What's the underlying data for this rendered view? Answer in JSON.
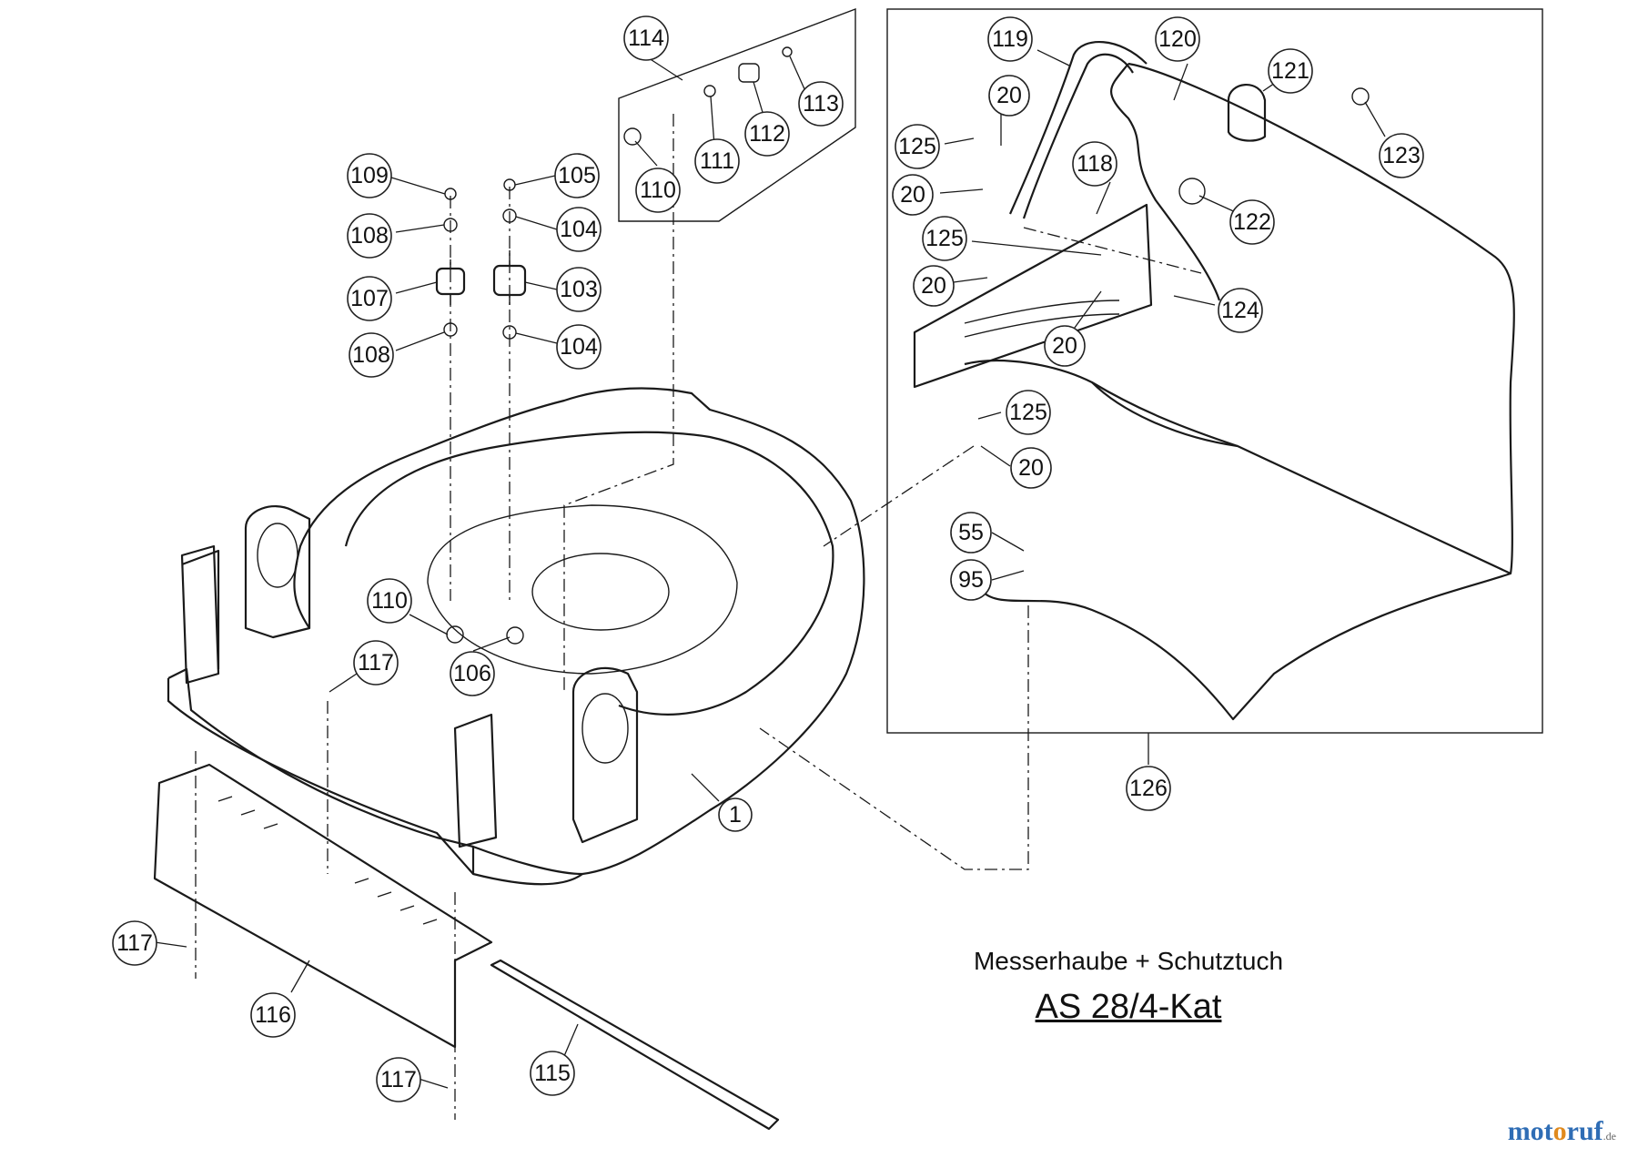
{
  "diagram": {
    "caption": "Messerhaube + Schutztuch",
    "model": "AS 28/4-Kat",
    "watermark": {
      "part1": "mot",
      "part2": "o",
      "part3": "ruf",
      "part4": ".de"
    }
  },
  "callouts": [
    "114",
    "113",
    "112",
    "111",
    "110",
    "109",
    "105",
    "108",
    "104",
    "107",
    "103",
    "108",
    "104",
    "119",
    "120",
    "121",
    "123",
    "20",
    "125",
    "118",
    "20",
    "122",
    "125",
    "20",
    "124",
    "20",
    "125",
    "20",
    "55",
    "95",
    "110",
    "117",
    "106",
    "1",
    "126",
    "117",
    "116",
    "117",
    "115"
  ],
  "colors": {
    "line": "#1a1a1a",
    "watermark_blue": "#2f6db5",
    "watermark_orange": "#e08a1e"
  }
}
